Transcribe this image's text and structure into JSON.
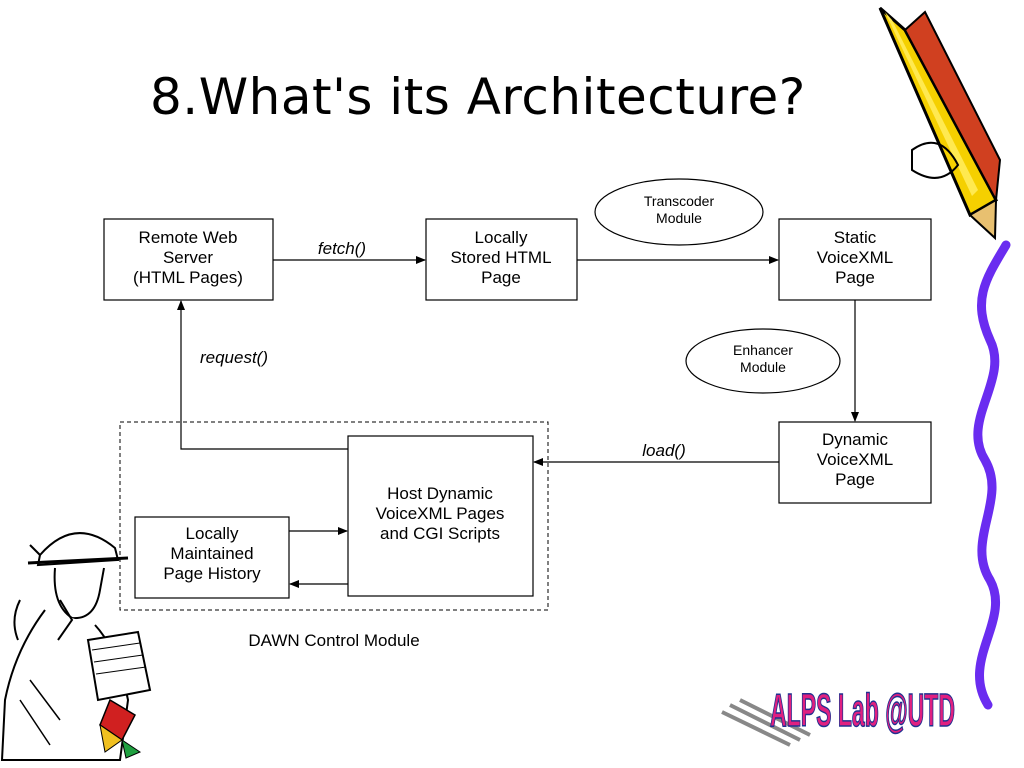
{
  "title": "8.What's its Architecture?",
  "nodes": {
    "remote_web_server": [
      "Remote Web",
      "Server",
      "(HTML Pages)"
    ],
    "locally_stored_html": [
      "Locally",
      "Stored HTML",
      "Page"
    ],
    "static_voicexml": [
      "Static",
      "VoiceXML",
      "Page"
    ],
    "dynamic_voicexml": [
      "Dynamic",
      "VoiceXML",
      "Page"
    ],
    "host_dynamic": [
      "Host Dynamic",
      "VoiceXML Pages",
      "and CGI Scripts"
    ],
    "page_history": [
      "Locally",
      "Maintained",
      "Page History"
    ],
    "transcoder": [
      "Transcoder",
      "Module"
    ],
    "enhancer": [
      "Enhancer",
      "Module"
    ]
  },
  "edges": {
    "fetch": "fetch()",
    "request": "request()",
    "load": "load()"
  },
  "group_label": "DAWN Control Module",
  "logo_text": "ALPS Lab @UTD",
  "colors": {
    "logo_fill": "#e02080",
    "pencil_yellow": "#f5d000",
    "squiggle_purple": "#6a2cf0"
  }
}
